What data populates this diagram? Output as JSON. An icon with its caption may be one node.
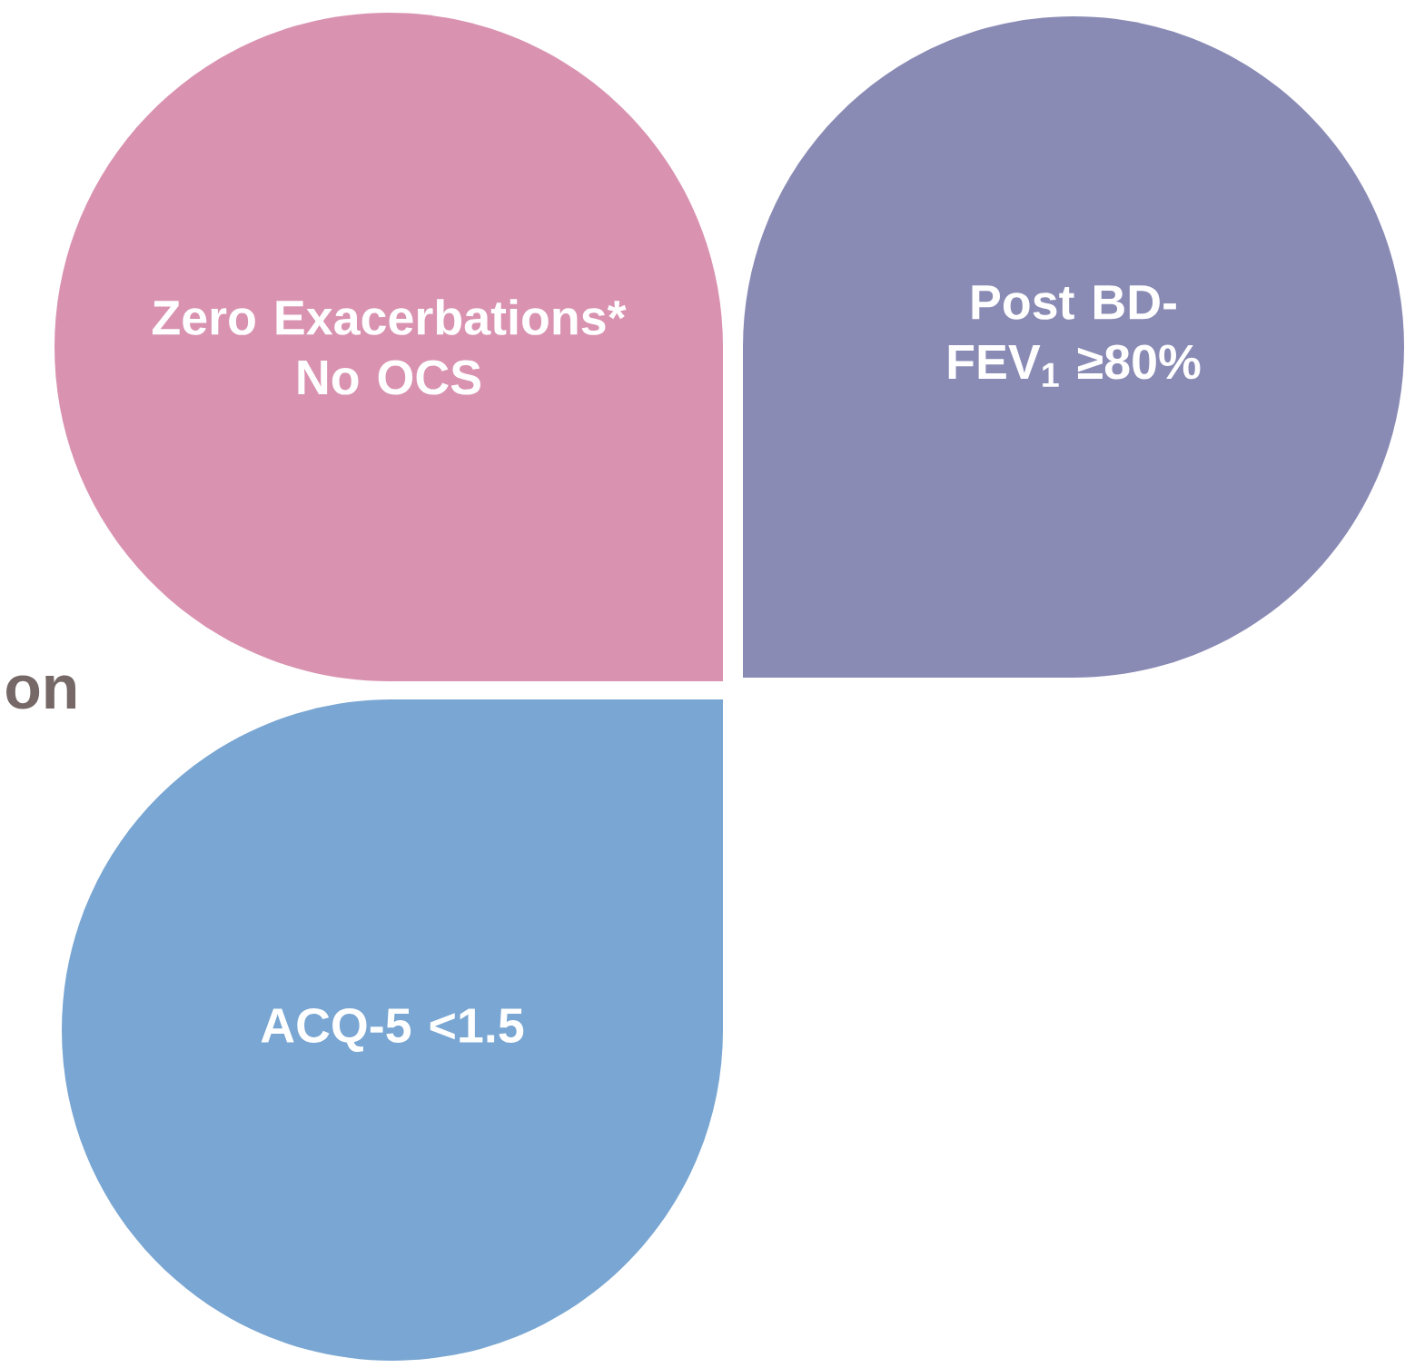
{
  "diagram": {
    "nodes": [
      {
        "text": [
          "Zero Exacerbations* No OCS"
        ]
      },
      {
        "text": [
          "Post BD-FEV$_{1}$ ≥80%"
        ]
      },
      {
        "text": [
          "ACQ-5 <1.5"
        ]
      }
    ],
    "labels": [
      "on"
    ]
  }
}
